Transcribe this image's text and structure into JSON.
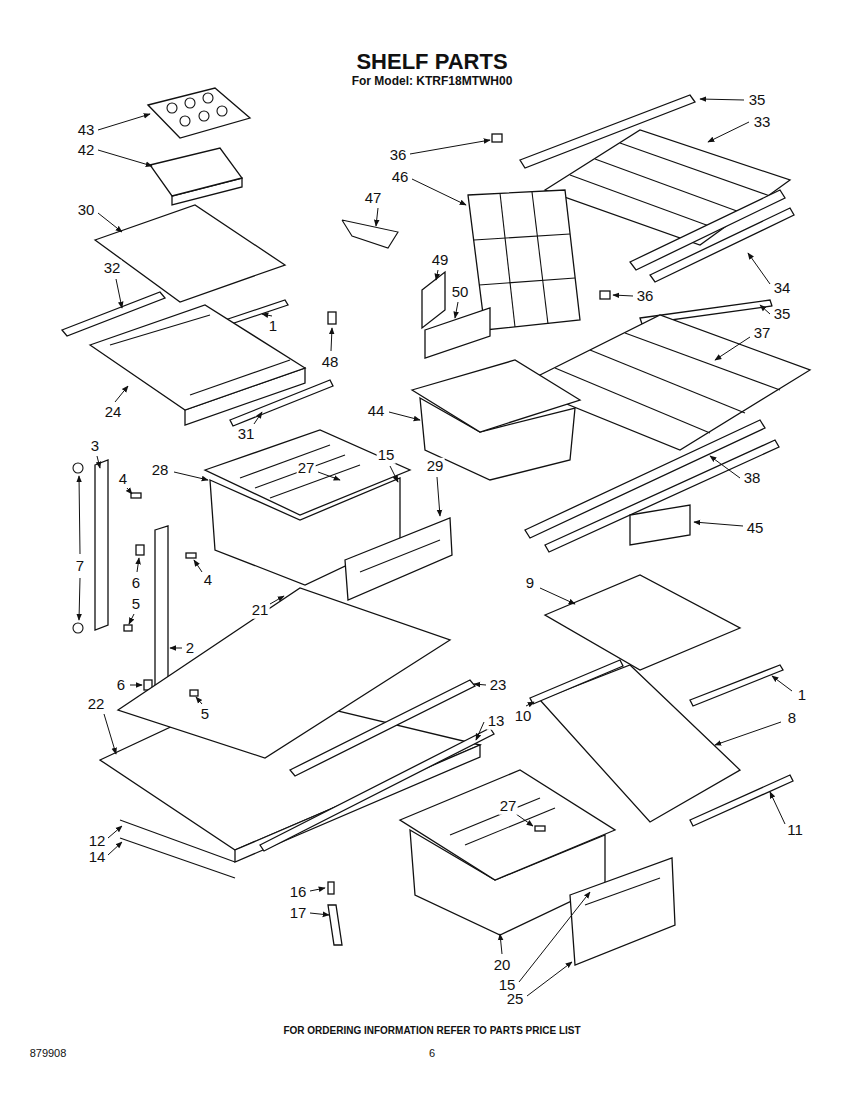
{
  "diagram": {
    "title": "SHELF PARTS",
    "labels": [
      "For Model: KTRF18MTWH00",
      "43",
      "42",
      "30",
      "32",
      "1",
      "24",
      "31",
      "3",
      "28",
      "27",
      "15",
      "29",
      "4",
      "7",
      "6",
      "5",
      "4",
      "21",
      "2",
      "6",
      "22",
      "5",
      "23",
      "13",
      "12",
      "14",
      "27",
      "16",
      "17",
      "20",
      "15",
      "25",
      "35",
      "33",
      "36",
      "46",
      "47",
      "49",
      "34",
      "50",
      "36",
      "35",
      "37",
      "48",
      "44",
      "38",
      "45",
      "9",
      "1",
      "10",
      "8",
      "11",
      "FOR ORDERING INFORMATION REFER TO PARTS PRICE LIST",
      "879908",
      "6"
    ]
  }
}
